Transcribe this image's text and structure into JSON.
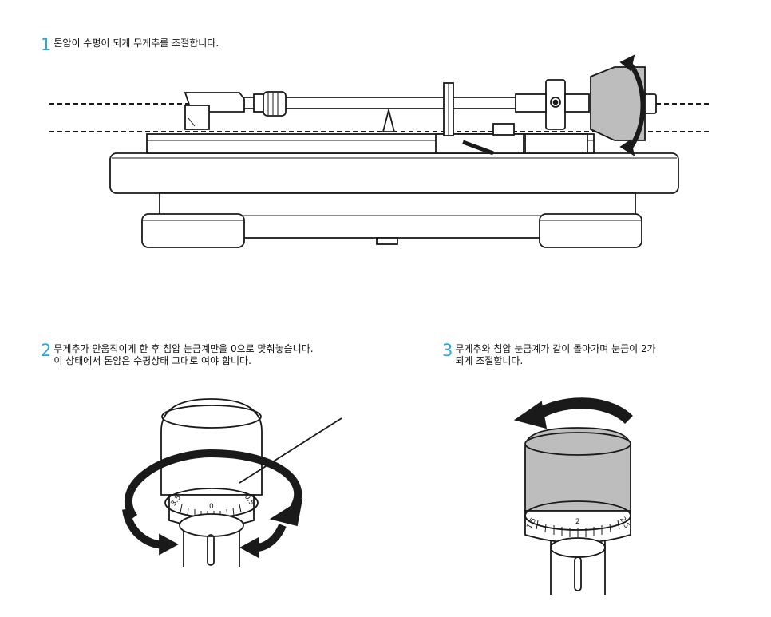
{
  "steps": [
    {
      "number": "1",
      "text": "톤암이 수평이 되게 무게추를 조절합니다."
    },
    {
      "number": "2",
      "lines": [
        "무게추가 안움직이게 한 후 침압 눈금계만을 0으로 맞춰놓습니다.",
        "이 상태에서 톤암은 수평상태 그대로 여야 합니다."
      ]
    },
    {
      "number": "3",
      "lines": [
        "무게추와 침압 눈금계가 같이 돌아가며 눈금이 2가",
        "되게 조절합니다."
      ]
    }
  ],
  "dial2": {
    "labels": {
      "left": "3.5",
      "center": "0",
      "right": "0.5"
    }
  },
  "dial3": {
    "labels": {
      "left": "1.5",
      "center": "2",
      "right": "2.5"
    }
  },
  "colors": {
    "step_number": "#2aa7df",
    "line": "#1a1a1a",
    "weight_fill": "#bdbdbd"
  }
}
